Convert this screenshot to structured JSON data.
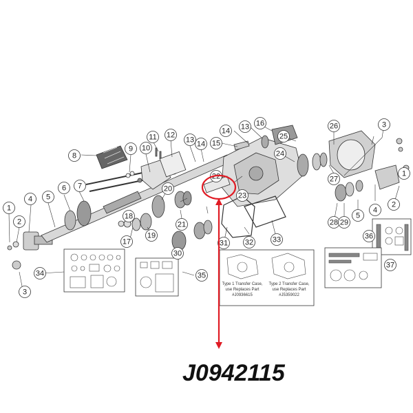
{
  "callouts": [
    "1",
    "2",
    "3",
    "4",
    "5",
    "6",
    "7",
    "8",
    "9",
    "10",
    "11",
    "12",
    "13",
    "14",
    "15",
    "16",
    "17",
    "18",
    "19",
    "20",
    "21",
    "22",
    "23",
    "24",
    "25",
    "26",
    "27",
    "28",
    "29",
    "30",
    "31",
    "32",
    "33",
    "34",
    "35",
    "36",
    "37"
  ],
  "inset": {
    "left_caption": [
      "Type 1 Transfer Case,",
      "use Replaces Part",
      "#J0936615"
    ],
    "right_caption": [
      "Type 2 Transfer Case,",
      "use Replaces Part",
      "#J5359022"
    ]
  },
  "highlight": {
    "color": "#e01b24",
    "callout": "22"
  },
  "part_number": "J0942115"
}
